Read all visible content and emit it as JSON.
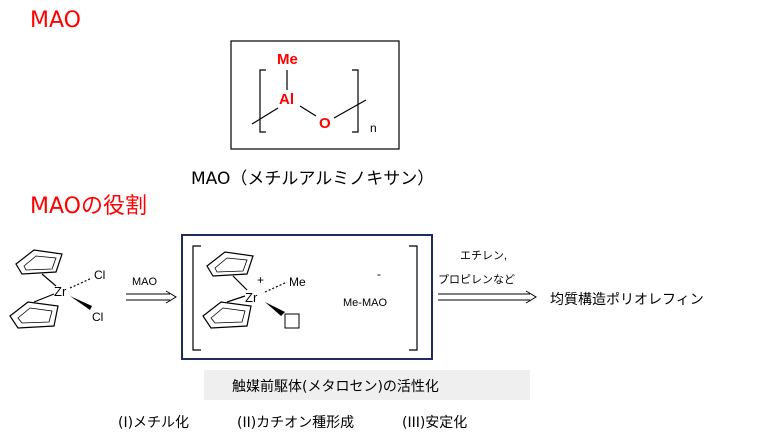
{
  "section1": {
    "heading": "MAO",
    "caption": "MAO（メチルアルミノキサン）"
  },
  "structure": {
    "me": "Me",
    "al": "Al",
    "o": "O",
    "n": "n"
  },
  "section2": {
    "heading": "MAOの役割"
  },
  "left_complex": {
    "zr": "Zr",
    "cl1": "Cl",
    "cl2": "Cl"
  },
  "arrow1": {
    "label": "MAO"
  },
  "active_species": {
    "zr": "Zr",
    "plus": "+",
    "me": "Me",
    "minus": "-",
    "counter": "Me-MAO"
  },
  "arrow2": {
    "line1": "エチレン,",
    "line2": "プロピレンなど"
  },
  "product": "均質構造ポリオレフィン",
  "activation": "触媒前駆体(メタロセン)の活性化",
  "steps": [
    "(I)メチル化",
    "(II)カチオン種形成",
    "(III)安定化"
  ],
  "colors": {
    "heading": "#ff0000",
    "frame": "#1f2d5a",
    "highlight_bar": "#efefef"
  }
}
